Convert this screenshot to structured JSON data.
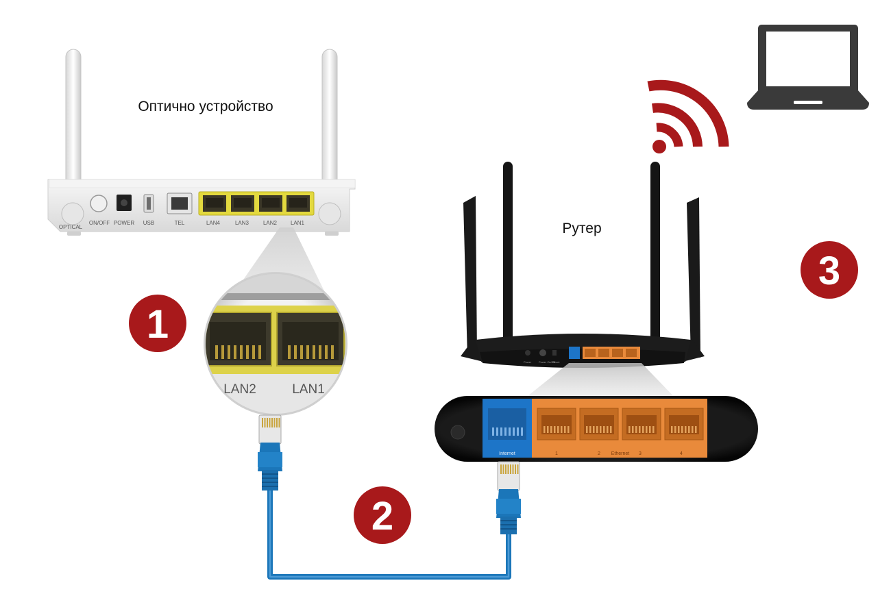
{
  "colors": {
    "accent_red": "#a8191b",
    "cable_blue": "#1b76b9",
    "onu_body": "#eeeeee",
    "lan_yellow": "#e3d93f",
    "router_black": "#1c1c1c",
    "wan_blue": "#1d75c8",
    "lan_orange": "#e98a3b",
    "laptop_gray": "#3a3a3a"
  },
  "labels": {
    "optical_device": "Оптично устройство",
    "router": "Рутер"
  },
  "steps": [
    {
      "number": "1"
    },
    {
      "number": "2"
    },
    {
      "number": "3"
    }
  ],
  "onu": {
    "ports": [
      "OPTICAL",
      "ON/OFF",
      "POWER",
      "USB",
      "TEL",
      "LAN4",
      "LAN3",
      "LAN2",
      "LAN1"
    ],
    "zoom_ports": [
      "LAN2",
      "LAN1"
    ]
  },
  "router_panel": {
    "wan_label": "Internet",
    "lan_numbers": [
      "1",
      "2",
      "3",
      "4"
    ],
    "lan_group_label": "Ethernet"
  },
  "icons": {
    "laptop": "laptop-icon",
    "wifi": "wifi-icon"
  }
}
